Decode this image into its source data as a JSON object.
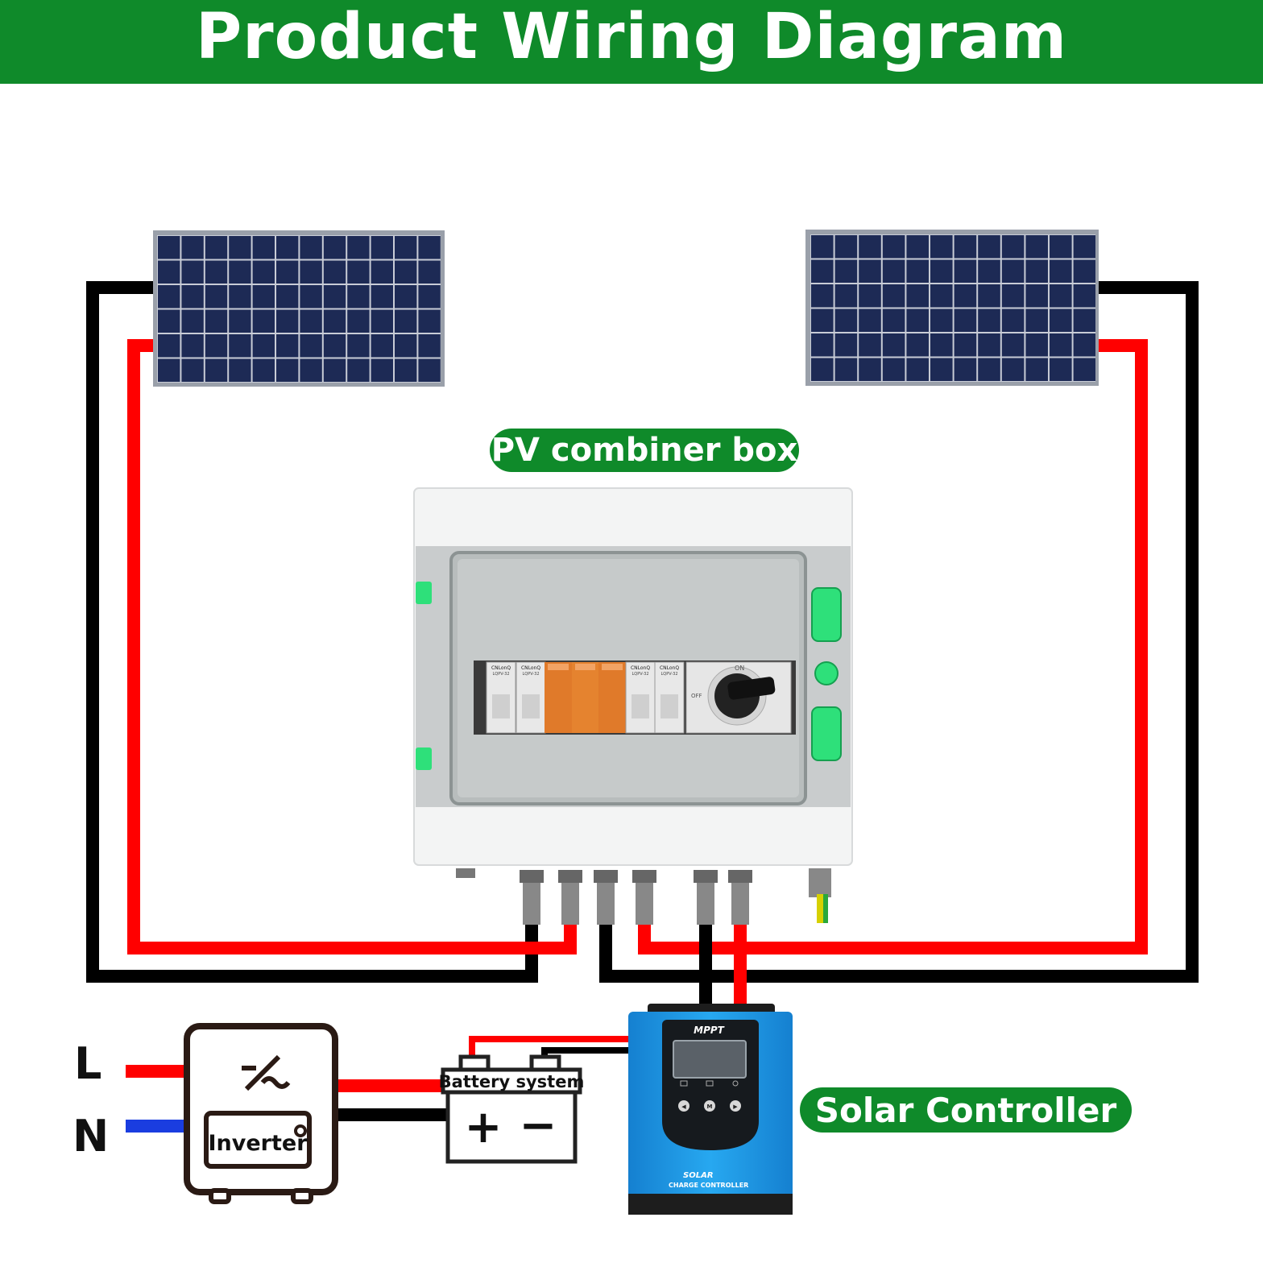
{
  "header": {
    "title": "Product Wiring Diagram"
  },
  "labels": {
    "combiner_box": "PV combiner box",
    "solar_controller": "Solar Controller",
    "battery": "Battery system",
    "battery_plus": "+",
    "battery_minus": "−",
    "inverter": "Inverter",
    "line": "L",
    "neutral": "N"
  },
  "controller": {
    "display_label": "MPPT",
    "brand_line1": "SOLAR",
    "brand_line2": "CHARGE CONTROLLER",
    "button_left": "◀",
    "button_mid": "M",
    "button_right": "▶"
  },
  "breakers": {
    "brand": "CNLonQ",
    "model": "LQPV-32",
    "switch_on": "ON",
    "switch_off": "OFF"
  },
  "colors": {
    "header_green": "#0f8a2a",
    "positive_wire": "#ff0000",
    "negative_wire": "#000000",
    "neutral_wire": "#1a3de0",
    "panel_cell": "#1d2a55",
    "controller_blue": "#1a9ae6",
    "spd_orange": "#e07a2a"
  }
}
